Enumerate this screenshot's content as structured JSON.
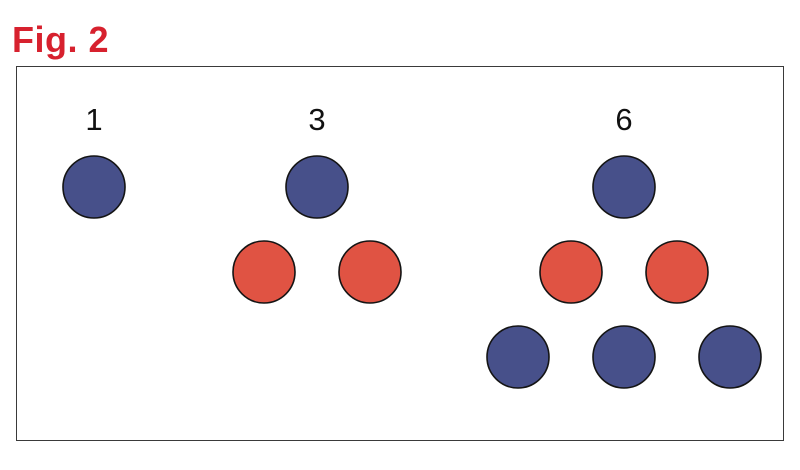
{
  "figure": {
    "title": "Fig. 2",
    "title_color": "#d7212e"
  },
  "colors": {
    "blue_circle": "#47508a",
    "red_circle": "#e05343",
    "circle_stroke": "#141414",
    "panel_border": "#3a3a3a"
  },
  "groups": [
    {
      "label": "1",
      "rows": [
        [
          "blue"
        ]
      ]
    },
    {
      "label": "3",
      "rows": [
        [
          "blue"
        ],
        [
          "red",
          "red"
        ]
      ]
    },
    {
      "label": "6",
      "rows": [
        [
          "blue"
        ],
        [
          "red",
          "red"
        ],
        [
          "blue",
          "blue",
          "blue"
        ]
      ]
    }
  ]
}
